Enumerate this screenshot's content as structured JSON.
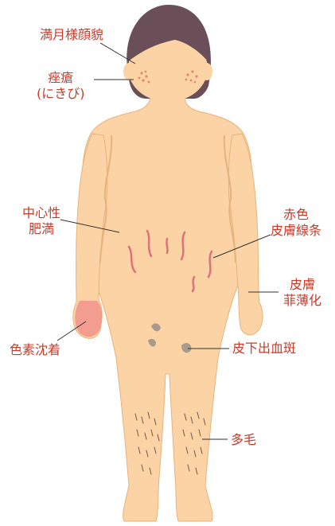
{
  "labels": {
    "moon_face": "満月様顔貌",
    "acne": "痤瘡\n(にきび)",
    "central_obesity": "中心性\n肥満",
    "striae": "赤色\n皮膚線条",
    "skin_thinning": "皮膚\n菲薄化",
    "pigmentation": "色素沈着",
    "bruising": "皮下出血斑",
    "hirsutism": "多毛"
  },
  "colors": {
    "label_text": "#c73b2a",
    "skin": "#fcd3a5",
    "skin_outline": "#e8b27c",
    "hair": "#6b4f58",
    "leader_line": "#333333",
    "striae": "#e0707c",
    "pigmented_hand": "#f08a8a",
    "bruise": "#a89a8c",
    "acne_dot": "#e5846e"
  }
}
